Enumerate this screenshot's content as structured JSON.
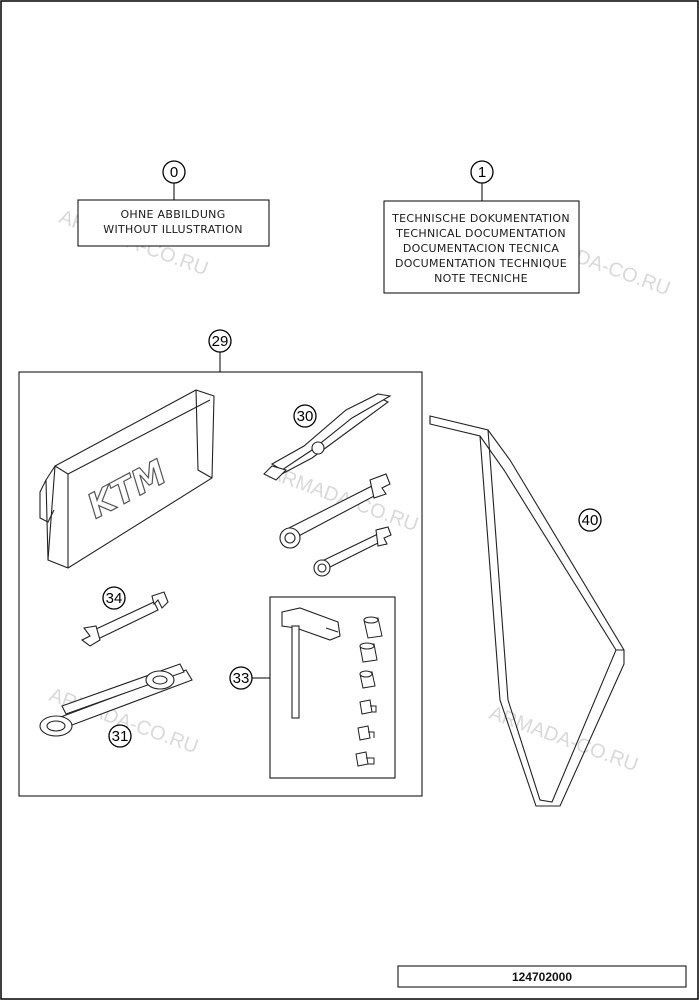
{
  "callouts": {
    "c0": "0",
    "c1": "1",
    "c29": "29",
    "c30": "30",
    "c31": "31",
    "c33": "33",
    "c34": "34",
    "c40": "40"
  },
  "labels": {
    "without_illustration": [
      "OHNE ABBILDUNG",
      "WITHOUT ILLUSTRATION"
    ],
    "technical_documentation": [
      "TECHNISCHE DOKUMENTATION",
      "TECHNICAL DOCUMENTATION",
      "DOCUMENTACION TECNICA",
      "DOCUMENTATION TECHNIQUE",
      "NOTE TECNICHE"
    ]
  },
  "logo_text": "KTM",
  "watermark": "ARMADA-CO.RU",
  "document_number": "124702000"
}
